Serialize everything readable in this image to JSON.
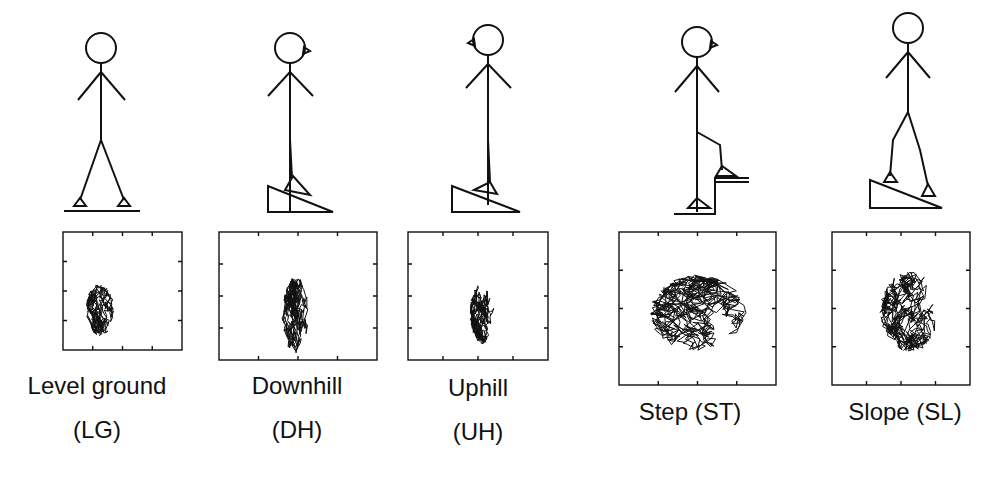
{
  "diagram": {
    "labels": [
      "Level ground (LG)",
      "Downhill (DH)",
      "Uphill (UH)",
      "Step (ST)",
      "Slope (SL)"
    ]
  }
}
